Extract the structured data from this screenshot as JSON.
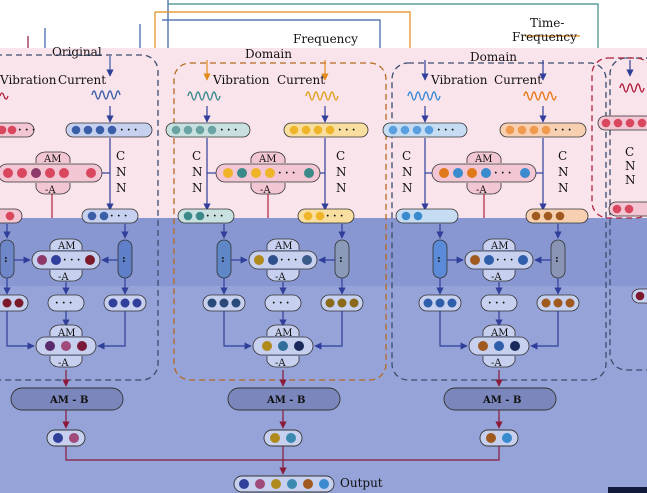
{
  "labels": {
    "original": "Original",
    "frequency": "Frequency",
    "domain": "Domain",
    "time": "Time-",
    "time_frequency": "Frequency",
    "vibration": "Vibration",
    "current": "Current",
    "am": "AM",
    "minus_a": "-A",
    "cnn_c": "C",
    "cnn_n1": "N",
    "cnn_n2": "N",
    "dots": "· · ·",
    "am_b": "AM - B",
    "output": "Output"
  },
  "colors": {
    "pink_bg": "#fae4ec",
    "blue_bg": "#96a3d8",
    "blue_bg_dark": "#8897d2",
    "frame_orange": "#b56a22",
    "frame_navy": "#3a4c6c",
    "frame_crimson": "#b0223c",
    "arrow_navy": "#2f3f9a",
    "arrow_crimson": "#8a1a3a",
    "top_blue": "#3a5fa8",
    "top_orange": "#e08a1a",
    "top_teal": "#3a8a8a"
  },
  "icons": [
    "vibration-signal-icon",
    "current-signal-icon"
  ]
}
